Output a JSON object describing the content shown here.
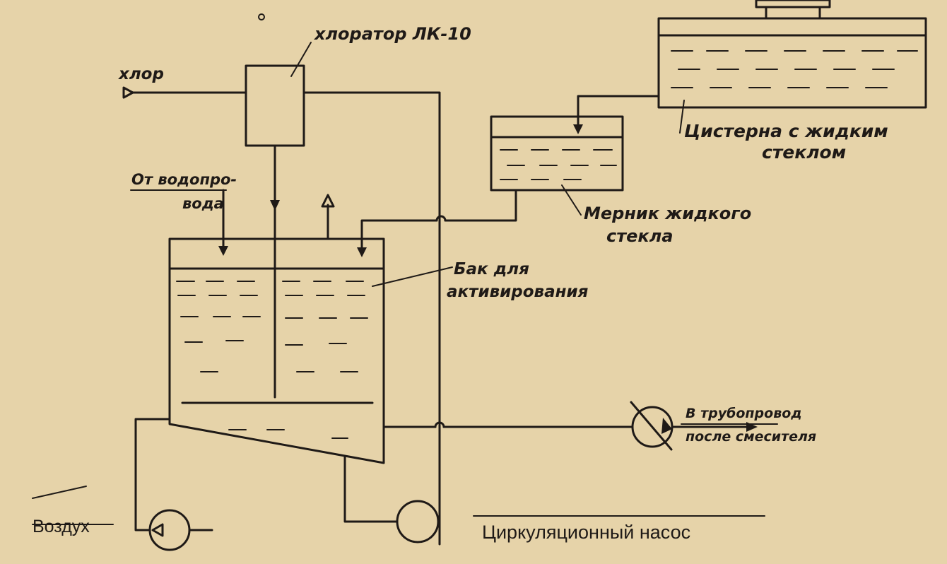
{
  "labels": {
    "chlorine": "хлор",
    "chlorinator": "хлоратор ЛК-10",
    "from_water_line_1": "От водопро-",
    "from_water_line_2": "вода",
    "tank_1": "Цистерна с жидким",
    "tank_2": "стеклом",
    "measure_1": "Мерник жидкого",
    "measure_2": "стекла",
    "activation_1": "Бак для",
    "activation_2": "активирования",
    "outlet_1": "В трубопровод",
    "outlet_2": "после смесителя",
    "air": "Воздух",
    "pump": "Циркуляционный насос"
  },
  "colors": {
    "paper": "#e6d3a9",
    "ink": "#1f1a17"
  }
}
